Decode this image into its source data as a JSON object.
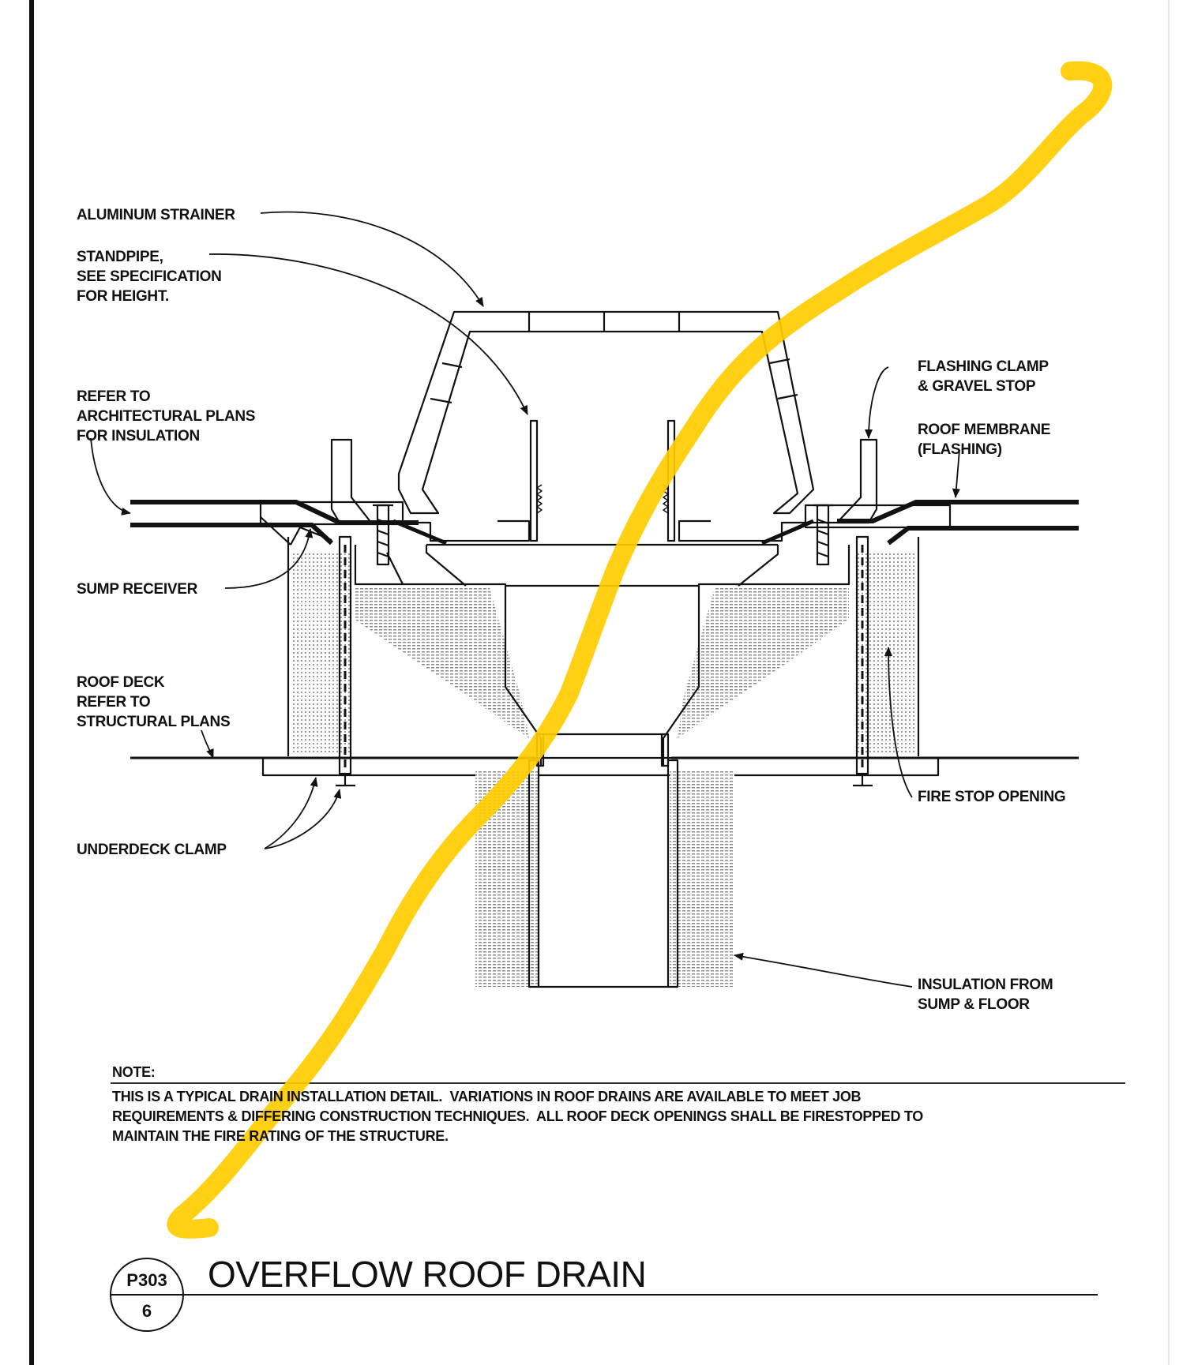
{
  "labels": {
    "aluminum_strainer": "ALUMINUM STRAINER",
    "standpipe": "STANDPIPE,\nSEE SPECIFICATION\nFOR HEIGHT.",
    "refer_insulation": "REFER TO\nARCHITECTURAL PLANS\nFOR INSULATION",
    "sump_receiver": "SUMP RECEIVER",
    "roof_deck": "ROOF DECK\nREFER TO\nSTRUCTURAL PLANS",
    "underdeck_clamp": "UNDERDECK CLAMP",
    "flashing_clamp": "FLASHING CLAMP\n& GRAVEL STOP",
    "roof_membrane": "ROOF MEMBRANE\n(FLASHING)",
    "fire_stop_opening": "FIRE STOP OPENING",
    "insulation_from": "INSULATION FROM\nSUMP & FLOOR"
  },
  "note": {
    "heading": "NOTE:",
    "body": "THIS IS A TYPICAL DRAIN INSTALLATION DETAIL.  VARIATIONS IN ROOF DRAINS ARE AVAILABLE TO MEET JOB\nREQUIREMENTS & DIFFERING CONSTRUCTION TECHNIQUES.  ALL ROOF DECK OPENINGS SHALL BE FIRESTOPPED TO\nMAINTAIN THE FIRE RATING OF THE STRUCTURE."
  },
  "title_block": {
    "sheet": "P303",
    "detail": "6",
    "title": "OVERFLOW ROOF DRAIN"
  },
  "colors": {
    "line": "#111111",
    "highlighter": "#FFCC00"
  }
}
